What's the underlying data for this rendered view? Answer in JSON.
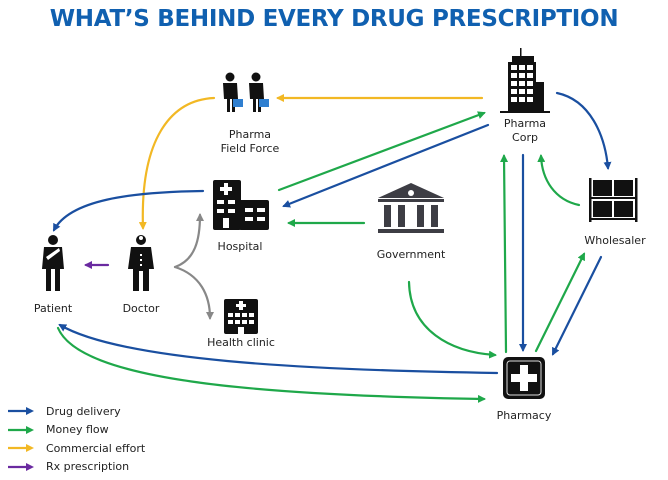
{
  "title": "WHAT’S BEHIND EVERY DRUG PRESCRIPTION",
  "colors": {
    "title": "#1060b0",
    "drug_delivery": "#1a4fa0",
    "money_flow": "#1fa84a",
    "commercial_effort": "#f2b824",
    "rx_prescription": "#6a2aa0",
    "neutral": "#888888",
    "icon": "#111111",
    "government_icon": "#3d3d44",
    "briefcase": "#2f7fd0"
  },
  "nodes": {
    "pharma_field_force": {
      "label_line1": "Pharma",
      "label_line2": "Field Force",
      "icon": "salesmen-icon"
    },
    "pharma_corp": {
      "label_line1": "Pharma",
      "label_line2": "Corp",
      "icon": "skyscraper-icon"
    },
    "hospital": {
      "label": "Hospital",
      "icon": "hospital-icon"
    },
    "government": {
      "label": "Government",
      "icon": "government-building-icon"
    },
    "wholesaler": {
      "label": "Wholesaler",
      "icon": "warehouse-shelf-icon"
    },
    "patient": {
      "label": "Patient",
      "icon": "patient-icon"
    },
    "doctor": {
      "label": "Doctor",
      "icon": "doctor-icon"
    },
    "health_clinic": {
      "label": "Health clinic",
      "icon": "clinic-icon"
    },
    "pharmacy": {
      "label": "Pharmacy",
      "icon": "pharmacy-cross-icon"
    }
  },
  "flows": [
    {
      "from": "Pharma Corp",
      "to": "Pharma Field Force",
      "type": "Commercial effort"
    },
    {
      "from": "Pharma Field Force",
      "to": "Doctor",
      "type": "Commercial effort"
    },
    {
      "from": "Doctor",
      "to": "Patient",
      "type": "Rx prescription"
    },
    {
      "from": "Doctor",
      "to": "Hospital",
      "type": "Neutral"
    },
    {
      "from": "Doctor",
      "to": "Health clinic",
      "type": "Neutral"
    },
    {
      "from": "Hospital",
      "to": "Patient",
      "type": "Drug delivery"
    },
    {
      "from": "Hospital",
      "to": "Pharma Corp",
      "type": "Money flow"
    },
    {
      "from": "Pharma Corp",
      "to": "Hospital",
      "type": "Drug delivery"
    },
    {
      "from": "Government",
      "to": "Hospital",
      "type": "Money flow"
    },
    {
      "from": "Government",
      "to": "Pharmacy",
      "type": "Money flow"
    },
    {
      "from": "Pharma Corp",
      "to": "Wholesaler",
      "type": "Drug delivery"
    },
    {
      "from": "Wholesaler",
      "to": "Pharma Corp",
      "type": "Money flow"
    },
    {
      "from": "Pharmacy",
      "to": "Pharma Corp",
      "type": "Money flow"
    },
    {
      "from": "Pharma Corp",
      "to": "Pharmacy",
      "type": "Drug delivery"
    },
    {
      "from": "Pharmacy",
      "to": "Wholesaler",
      "type": "Money flow"
    },
    {
      "from": "Wholesaler",
      "to": "Pharmacy",
      "type": "Drug delivery"
    },
    {
      "from": "Pharmacy",
      "to": "Patient",
      "type": "Drug delivery"
    },
    {
      "from": "Patient",
      "to": "Pharmacy",
      "type": "Money flow"
    }
  ],
  "legend": [
    {
      "label": "Drug delivery",
      "color_key": "drug_delivery"
    },
    {
      "label": "Money flow",
      "color_key": "money_flow"
    },
    {
      "label": "Commercial effort",
      "color_key": "commercial_effort"
    },
    {
      "label": "Rx prescription",
      "color_key": "rx_prescription"
    }
  ]
}
